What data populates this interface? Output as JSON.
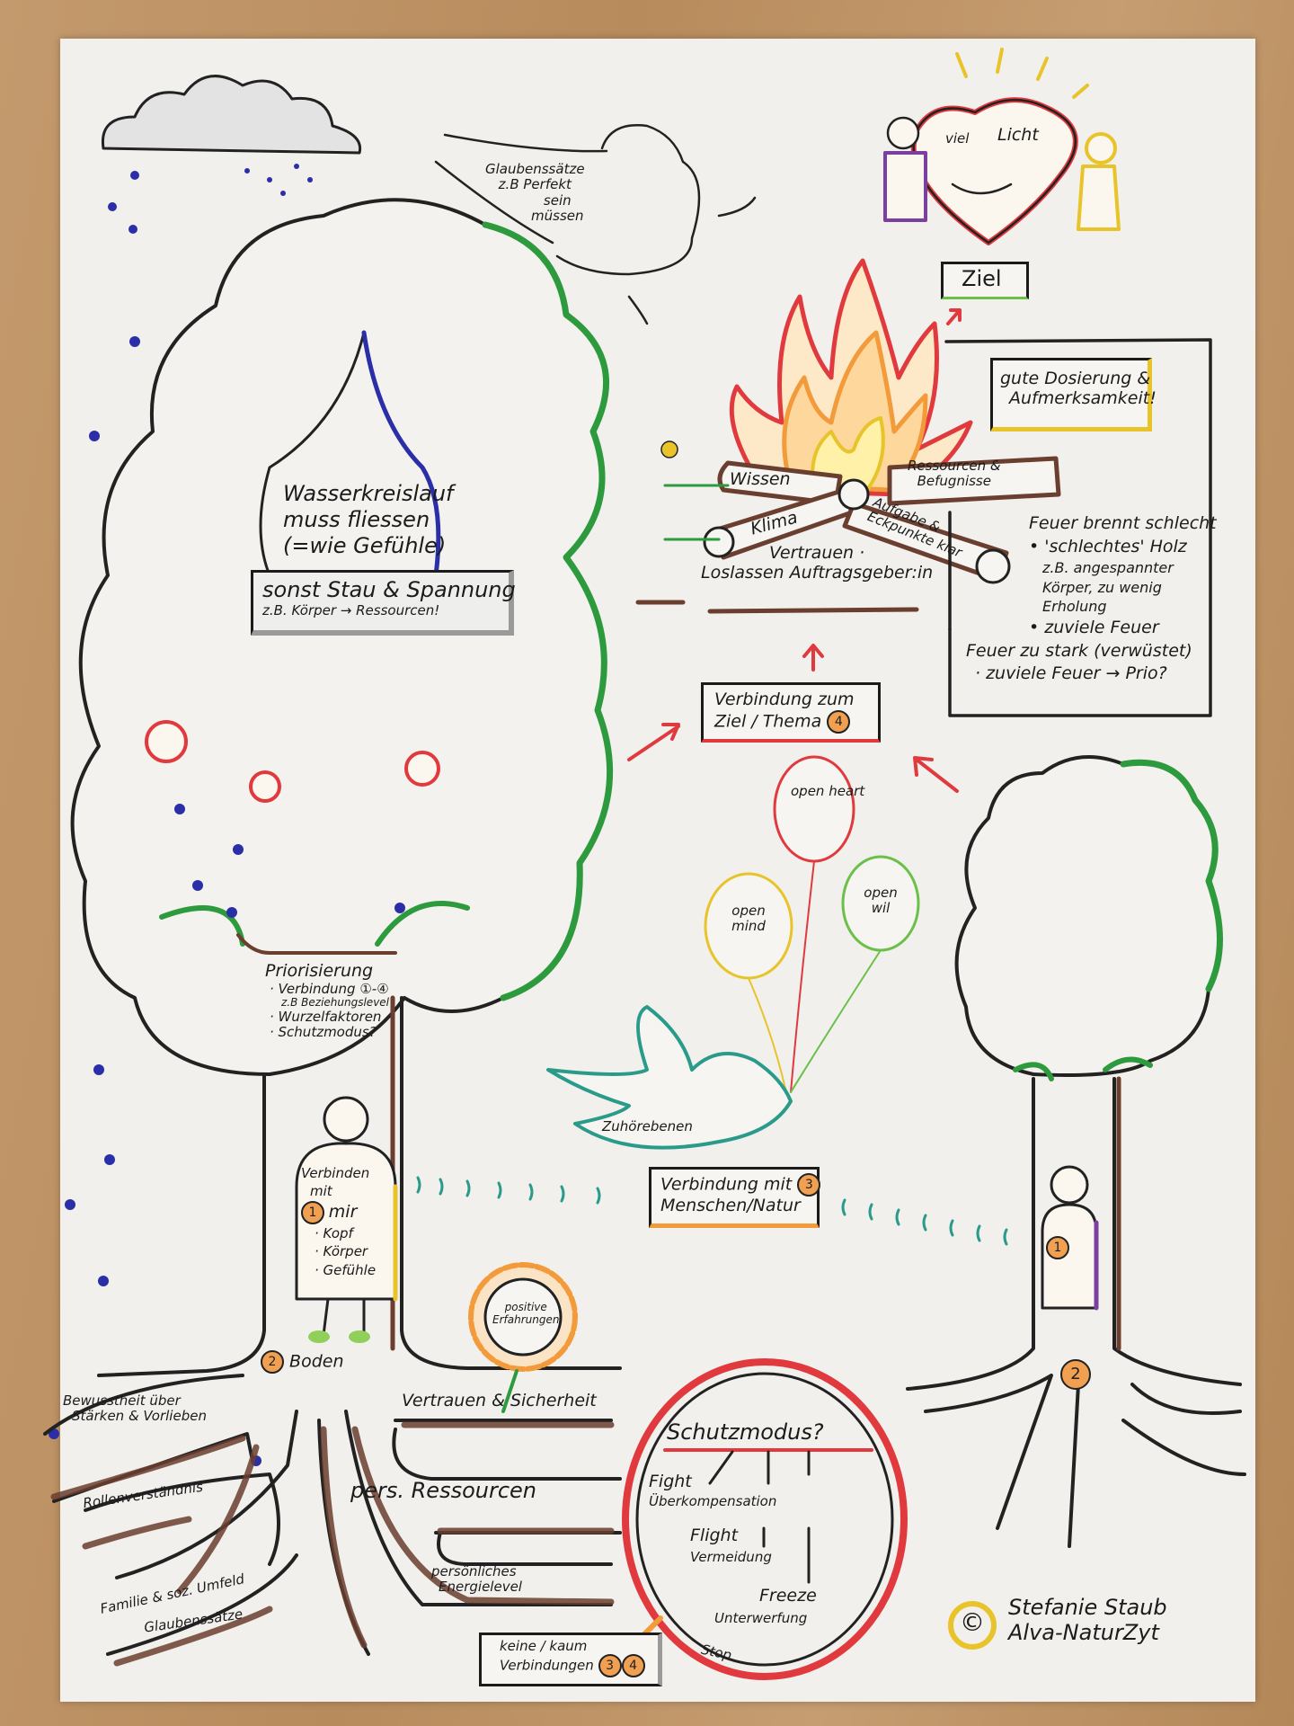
{
  "belief_cloud": {
    "lines": [
      "Glaubenssätze",
      "z.B Perfekt",
      "sein",
      "müssen"
    ]
  },
  "heart": {
    "label_left": "viel",
    "label_right": "Licht"
  },
  "goal": {
    "label": "Ziel"
  },
  "fire": {
    "logs": [
      "Wissen",
      "Ressourcen &",
      "Befugnisse",
      "Klima",
      "Aufgabe &",
      "Eckpunkte klar"
    ],
    "ground_lines": [
      "Vertrauen ·",
      "Loslassen Auftragsgeber:in"
    ]
  },
  "dosage_box": {
    "lines": [
      "gute Dosierung &",
      "Aufmerksamkeit!"
    ]
  },
  "fire_notes": {
    "lines": [
      "Feuer brennt schlecht",
      "• 'schlechtes' Holz",
      "z.B. angespannter",
      "Körper, zu wenig",
      "Erholung",
      "• zuviele Feuer",
      "Feuer zu stark (verwüstet)",
      "· zuviele Feuer → Prio?"
    ]
  },
  "goal_connection": {
    "lines": [
      "Verbindung zum",
      "Ziel / Thema"
    ],
    "number": "4"
  },
  "water": {
    "lines": [
      "Wasserkreislauf",
      "muss fliessen",
      "(=wie Gefühle)"
    ]
  },
  "tension_box": {
    "lines": [
      "sonst Stau & Spannung",
      "z.B. Körper → Ressourcen!"
    ]
  },
  "prioritization": {
    "lines": [
      "Priorisierung",
      "· Verbindung ①-④",
      "z.B Beziehungslevel",
      "· Wurzelfaktoren",
      "· Schutzmodus?"
    ]
  },
  "self_connection": {
    "lines": [
      "Verbinden",
      "mit"
    ],
    "number": "1",
    "target": "mir",
    "items": [
      "· Kopf",
      "· Körper",
      "· Gefühle"
    ]
  },
  "ground": {
    "number": "2",
    "label": "Boden"
  },
  "balloons": [
    "open heart",
    "open mind",
    "open wil"
  ],
  "bird": {
    "label": "Zuhörebenen"
  },
  "people_connection": {
    "lines": [
      "Verbindung mit",
      "Menschen/Natur"
    ],
    "number": "3"
  },
  "sunflower": {
    "lines": [
      "positive",
      "Erfahrungen"
    ]
  },
  "roots": {
    "left": [
      "Bewusstheit über",
      "Stärken & Vorlieben",
      "Rollenverständnis",
      "Familie & soz. Umfeld",
      "Glaubenssätze"
    ],
    "right": [
      "Vertrauen & Sicherheit",
      "pers. Ressourcen",
      "persönliches",
      "Energielevel"
    ]
  },
  "protection_mode": {
    "title": "Schutzmodus?",
    "items": [
      "Fight",
      "Überkompensation",
      "Flight",
      "Vermeidung",
      "Freeze",
      "Unterwerfung"
    ],
    "stop": "Stop"
  },
  "no_connection_box": {
    "lines": [
      "keine / kaum",
      "Verbindungen"
    ],
    "numbers": [
      "3",
      "4"
    ]
  },
  "right_tree": {
    "person_number": "1",
    "root_number": "2"
  },
  "copyright": {
    "symbol": "©",
    "lines": [
      "Stefanie Staub",
      "Alva-NaturZyt"
    ]
  },
  "colors": {
    "paper": "#f1f0ec",
    "green": "#2e9a3e",
    "brown": "#6b3f2f",
    "red": "#e03a3e",
    "orange": "#f39a3a",
    "yellow": "#e8c42a",
    "blue": "#2a2fa8",
    "teal": "#2a9a8a"
  }
}
